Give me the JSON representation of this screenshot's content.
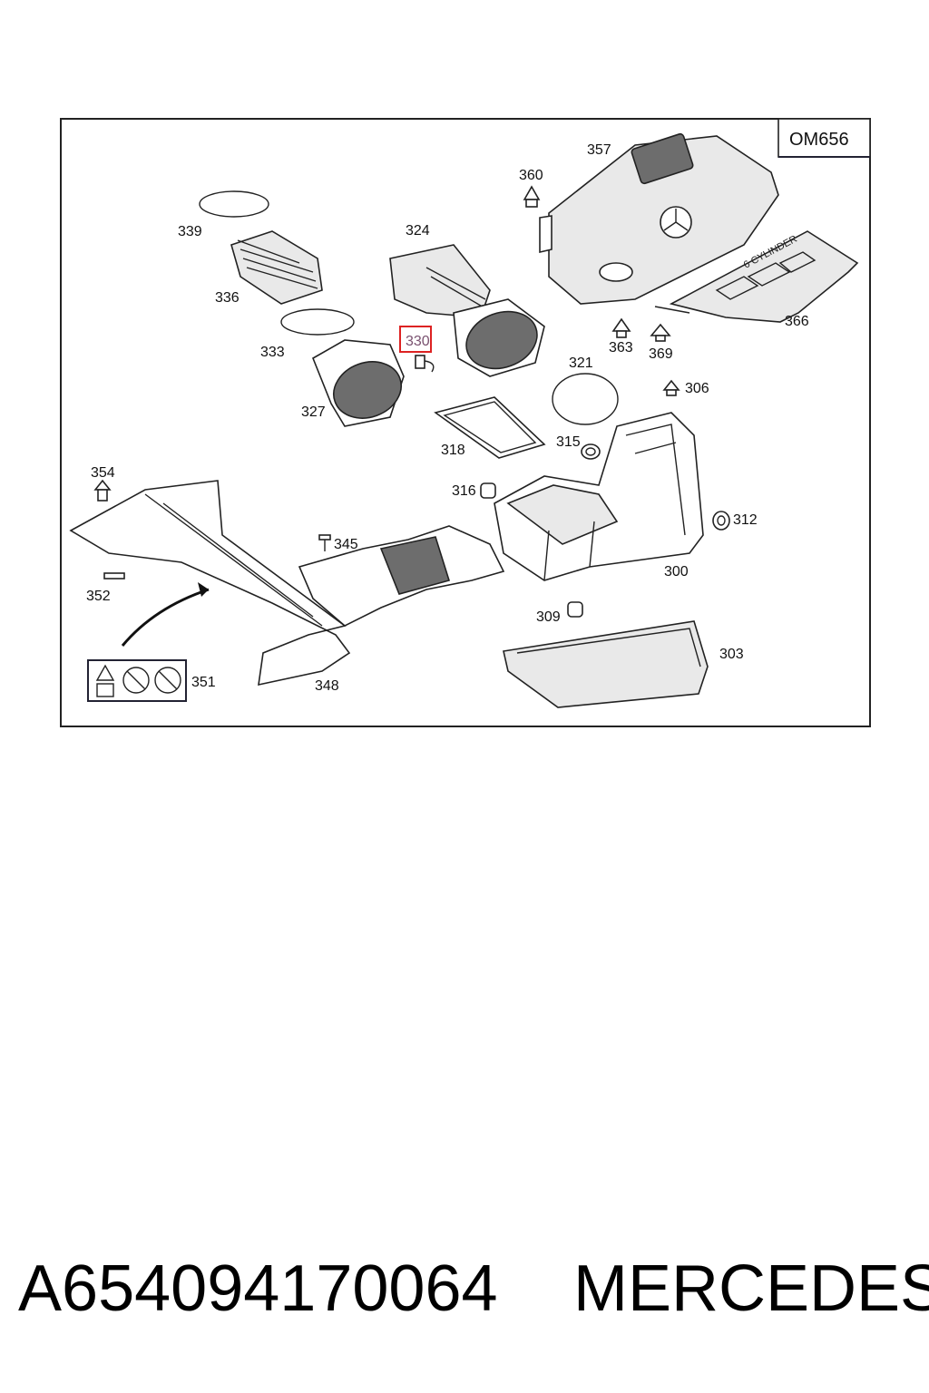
{
  "engine_code": "OM656",
  "selected_part": "330",
  "callouts": [
    "357",
    "360",
    "339",
    "324",
    "366",
    "336",
    "330",
    "363",
    "369",
    "333",
    "321",
    "306",
    "327",
    "318",
    "315",
    "354",
    "316",
    "312",
    "345",
    "300",
    "352",
    "309",
    "303",
    "351",
    "348"
  ],
  "caption": {
    "part_number": "A654094170064",
    "brand": "MERCEDES"
  }
}
